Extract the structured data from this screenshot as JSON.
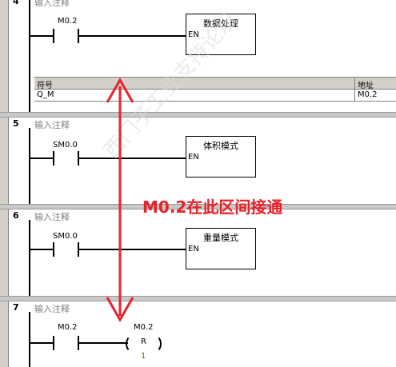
{
  "networks": [
    {
      "num": "4",
      "comment": "输入注释",
      "contact": "M0.2",
      "box_title": "数据处理",
      "box_en": "EN"
    },
    {
      "num": "5",
      "comment": "输入注释",
      "contact": "SM0.0",
      "box_title": "体积模式",
      "box_en": "EN"
    },
    {
      "num": "6",
      "comment": "输入注释",
      "contact": "SM0.0",
      "box_title": "重量模式",
      "box_en": "EN"
    },
    {
      "num": "7",
      "comment": "输入注释",
      "contact": "M0.2",
      "coil_addr": "M0.2",
      "coil_type": "R",
      "coil_n": "1"
    }
  ],
  "symbol_table": {
    "header_symbol": "符号",
    "header_address": "地址",
    "row_symbol": "Q_M",
    "row_address": "M0.2"
  },
  "annotation": {
    "text": "M0.2在此区间接通",
    "color": "#e8212a"
  },
  "watermark": "西门子工业支持论坛",
  "colors": {
    "gutter": "#d4d0c8",
    "comment": "#808080",
    "arrow": "#e8212a"
  }
}
